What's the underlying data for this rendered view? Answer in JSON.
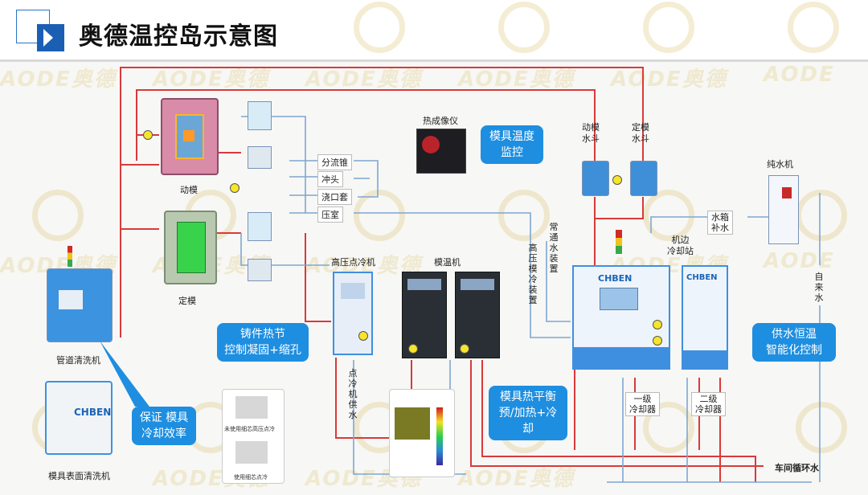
{
  "title": "奥德温控岛示意图",
  "watermark": {
    "brand": "AODE",
    "cn": "奥德"
  },
  "colors": {
    "hot_line": "#d83a3a",
    "cold_line": "#7fa6d2",
    "callout": "#1e8ee0",
    "marker": "#f7e52a"
  },
  "mold_labels": {
    "moving": "动模",
    "fixed": "定模"
  },
  "ports": [
    "分流锥",
    "冲头",
    "浇口套",
    "压室"
  ],
  "thermal_camera": "热成像仪",
  "hoppers": {
    "moving": "动模\n水斗",
    "fixed": "定模\n水斗"
  },
  "pure_water": "纯水机",
  "tank_refill": "水箱\n补水",
  "tap_water": "自来水",
  "station": "机边\n冷却站",
  "normal_cooling": "常通水装置",
  "hp_cooling_vertical": "高压模冷装置",
  "hp_point_cooler": "高压点冷机",
  "mold_temp_machine": "模温机",
  "point_cooler_supply": "点冷机供水",
  "primary_cooler_1": "一级\n冷却器",
  "primary_cooler_2": "二级\n冷却器",
  "workshop_water": "车间循环水",
  "pipe_cleaner": "管道清洗机",
  "surface_cleaner": "模具表面清洗机",
  "point_cool_captions": {
    "before": "未使用细芯高压点冷",
    "after": "使用细芯点冷"
  },
  "chben_brand": "CHBEN",
  "callouts": {
    "mold_monitor": "模具温度\n监控",
    "casting_hotspot": "铸件热节\n控制凝固+缩孔",
    "heat_balance": "模具热平衡\n预/加热+冷却",
    "constant_temp": "供水恒温\n智能化控制",
    "cleaning": "保证 模具\n冷却效率"
  }
}
